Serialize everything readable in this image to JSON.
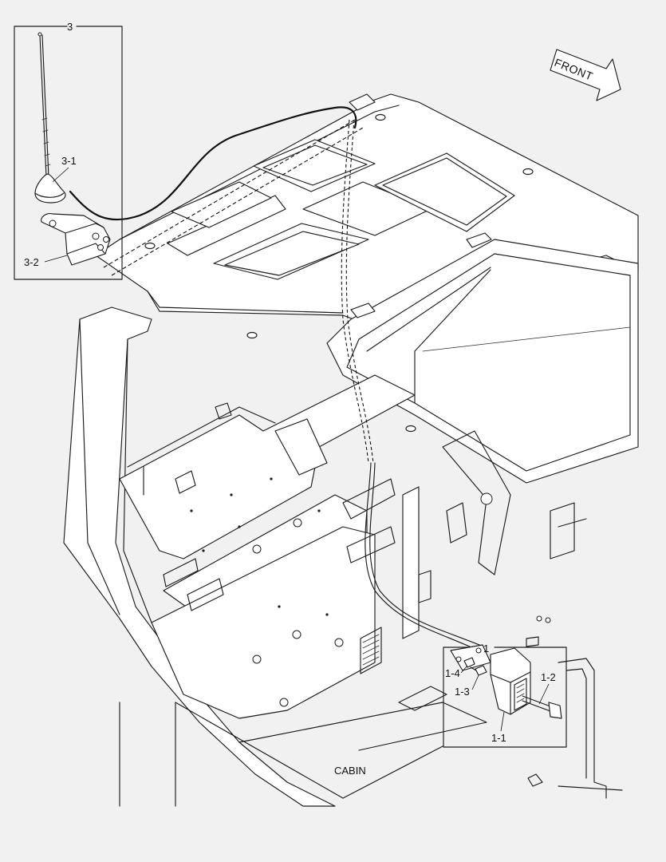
{
  "diagram": {
    "direction_label": "FRONT",
    "section_label": "CABIN",
    "callouts": {
      "antenna_group": "3",
      "antenna": "3-1",
      "bracket": "3-2",
      "radio_group": "1",
      "radio_unit": "1-1",
      "harness": "1-2",
      "screw": "1-3",
      "clip": "1-4"
    }
  }
}
